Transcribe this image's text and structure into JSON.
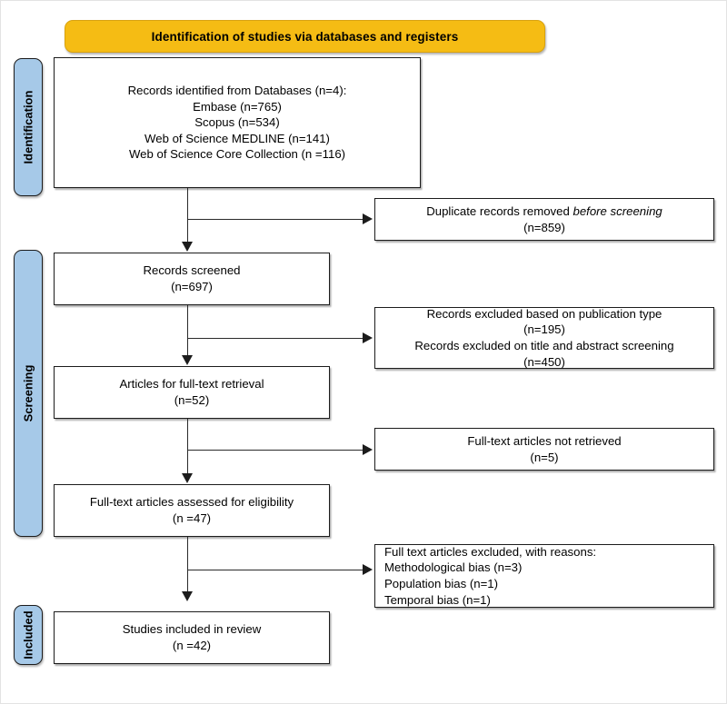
{
  "diagram": {
    "title": "Identification of studies via databases and registers",
    "colors": {
      "banner": "#F5BC14",
      "stage_bar": "#A6C9E8",
      "box_border": "#1c1c1c",
      "connector": "#2a2a2a",
      "background": "#ffffff"
    },
    "stages": [
      {
        "id": "identification",
        "label": "Identification"
      },
      {
        "id": "screening",
        "label": "Screening"
      },
      {
        "id": "included",
        "label": "Included"
      }
    ],
    "boxes": {
      "records_identified": {
        "lines": [
          "Records identified from Databases (n=4):",
          "Embase (n=765)",
          "Scopus (n=534)",
          "Web of Science MEDLINE (n=141)",
          "Web of Science Core Collection (n =116)"
        ]
      },
      "duplicates_removed": {
        "line1_pre": "Duplicate records removed ",
        "line1_em": "before screening",
        "line2": "(n=859)"
      },
      "records_screened": {
        "line1": "Records screened",
        "line2": "(n=697)"
      },
      "records_excluded": {
        "line1": "Records excluded based on publication type",
        "line2": "(n=195)",
        "line3": "Records excluded on title and abstract screening",
        "line4": "(n=450)"
      },
      "articles_retrieval": {
        "line1": "Articles for full-text retrieval",
        "line2": "(n=52)"
      },
      "not_retrieved": {
        "line1": "Full-text articles not retrieved",
        "line2": "(n=5)"
      },
      "assessed_eligibility": {
        "line1": "Full-text articles assessed for eligibility",
        "line2": "(n =47)"
      },
      "excluded_reasons": {
        "line1": "Full text articles excluded, with reasons:",
        "line2": "Methodological bias (n=3)",
        "line3": "Population bias (n=1)",
        "line4": "Temporal bias (n=1)"
      },
      "studies_included": {
        "line1": "Studies included in review",
        "line2": "(n =42)"
      }
    }
  }
}
